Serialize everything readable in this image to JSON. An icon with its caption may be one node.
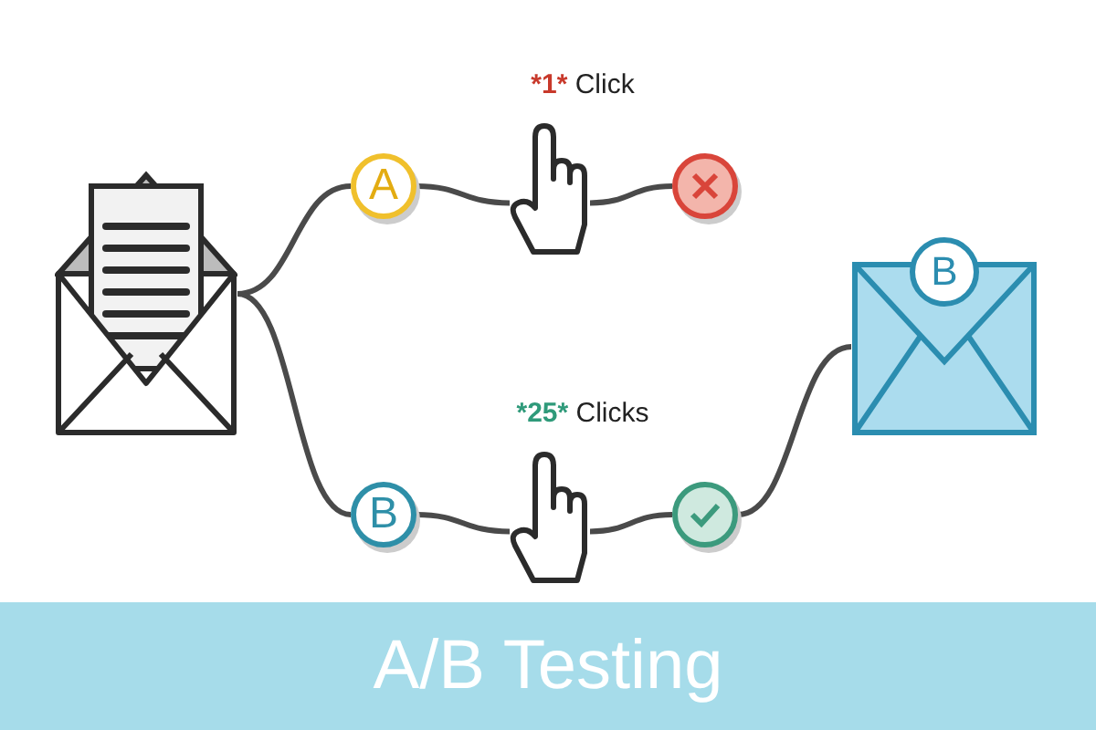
{
  "diagram": {
    "title": "A/B Testing",
    "nodes": [
      {
        "text": [],
        "shape": "envelope"
      },
      {
        "text": [
          "A"
        ]
      },
      {
        "text": [],
        "shape": "hand",
        "beside": [
          "*1* Click"
        ]
      },
      {
        "text": [],
        "shape": "circle"
      },
      {
        "text": [
          "B"
        ]
      },
      {
        "text": [],
        "shape": "hand",
        "beside": [
          "*25* Clicks"
        ]
      },
      {
        "text": [],
        "shape": "circle"
      },
      {
        "text": [
          "B"
        ]
      }
    ],
    "edges": [
      {
        "from": 0,
        "to": 1,
        "arrow": "none"
      },
      {
        "from": 1,
        "to": 2,
        "arrow": "none"
      },
      {
        "from": 2,
        "to": 3,
        "arrow": "none"
      },
      {
        "from": 0,
        "to": 4,
        "arrow": "none"
      },
      {
        "from": 4,
        "to": 5,
        "arrow": "none"
      },
      {
        "from": 5,
        "to": 6,
        "arrow": "none"
      },
      {
        "from": 6,
        "to": 7,
        "arrow": "none"
      }
    ]
  }
}
